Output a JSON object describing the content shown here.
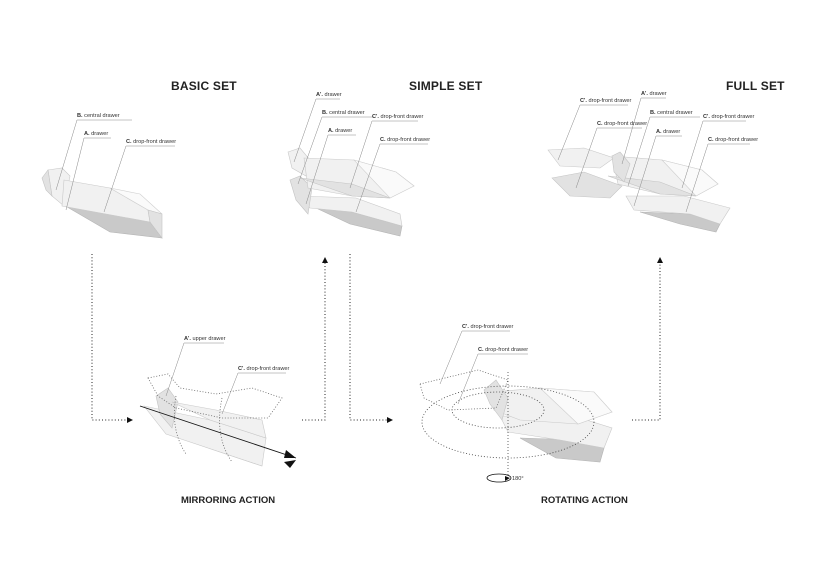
{
  "titles": {
    "basic": "BASIC SET",
    "simple": "SIMPLE SET",
    "full": "FULL SET"
  },
  "actions": {
    "mirroring": "MIRRORING ACTION",
    "rotating": "ROTATING ACTION"
  },
  "angle": "180°",
  "basic_labels": {
    "b": {
      "letter": "B.",
      "text": " central drawer"
    },
    "a": {
      "letter": "A.",
      "text": " drawer"
    },
    "c": {
      "letter": "C.",
      "text": " drop-front drawer"
    }
  },
  "simple_labels": {
    "a1": {
      "letter": "A'.",
      "text": " drawer"
    },
    "b": {
      "letter": "B.",
      "text": " central drawer"
    },
    "c1": {
      "letter": "C'.",
      "text": " drop-front drawer"
    },
    "a": {
      "letter": "A.",
      "text": " drawer"
    },
    "c": {
      "letter": "C.",
      "text": " drop-front drawer"
    }
  },
  "full_labels": {
    "c1": {
      "letter": "C'.",
      "text": " drop-front drawer"
    },
    "a1": {
      "letter": "A'.",
      "text": " drawer"
    },
    "cb": {
      "letter": "C.",
      "text": " drop-front drawer"
    },
    "b": {
      "letter": "B.",
      "text": " central drawer"
    },
    "c1r": {
      "letter": "C'.",
      "text": " drop-front drawer"
    },
    "a": {
      "letter": "A.",
      "text": " drawer"
    },
    "c": {
      "letter": "C.",
      "text": " drop-front drawer"
    }
  },
  "mirror_labels": {
    "a1": {
      "letter": "A'.",
      "text": " upper drawer"
    },
    "c1": {
      "letter": "C'.",
      "text": " drop-front drawer"
    }
  },
  "rotate_labels": {
    "c1": {
      "letter": "C'.",
      "text": " drop-front drawer"
    },
    "c": {
      "letter": "C.",
      "text": " drop-front drawer"
    }
  }
}
